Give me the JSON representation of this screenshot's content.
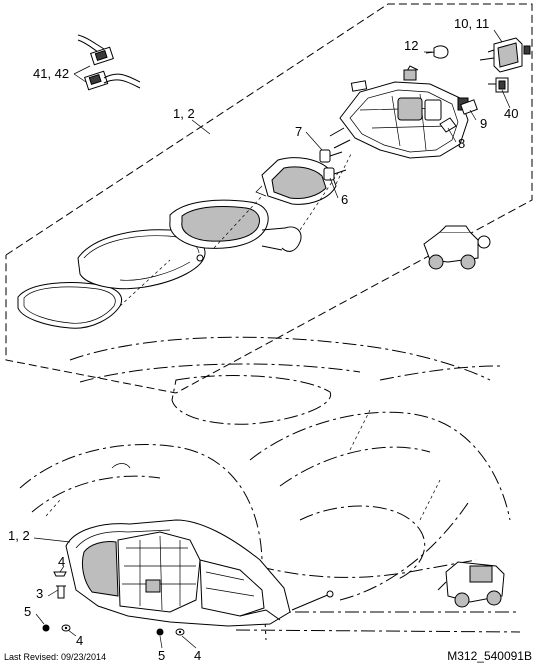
{
  "callouts": {
    "c41_42": "41, 42",
    "c1_2_top": "1, 2",
    "c12": "12",
    "c10_11": "10, 11",
    "c7": "7",
    "c6": "6",
    "c8": "8",
    "c9": "9",
    "c40": "40",
    "c1_2_bottom": "1, 2",
    "c4_a": "4",
    "c3": "3",
    "c5_a": "5",
    "c4_b": "4",
    "c5_b": "5",
    "c4_c": "4"
  },
  "footer": {
    "last_revised": "Last Revised: 09/23/2014",
    "figure_id": "M312_540091B"
  },
  "icons": {
    "top_vehicle": "vehicle-front-view-icon",
    "bottom_vehicle": "vehicle-front-view-icon"
  }
}
